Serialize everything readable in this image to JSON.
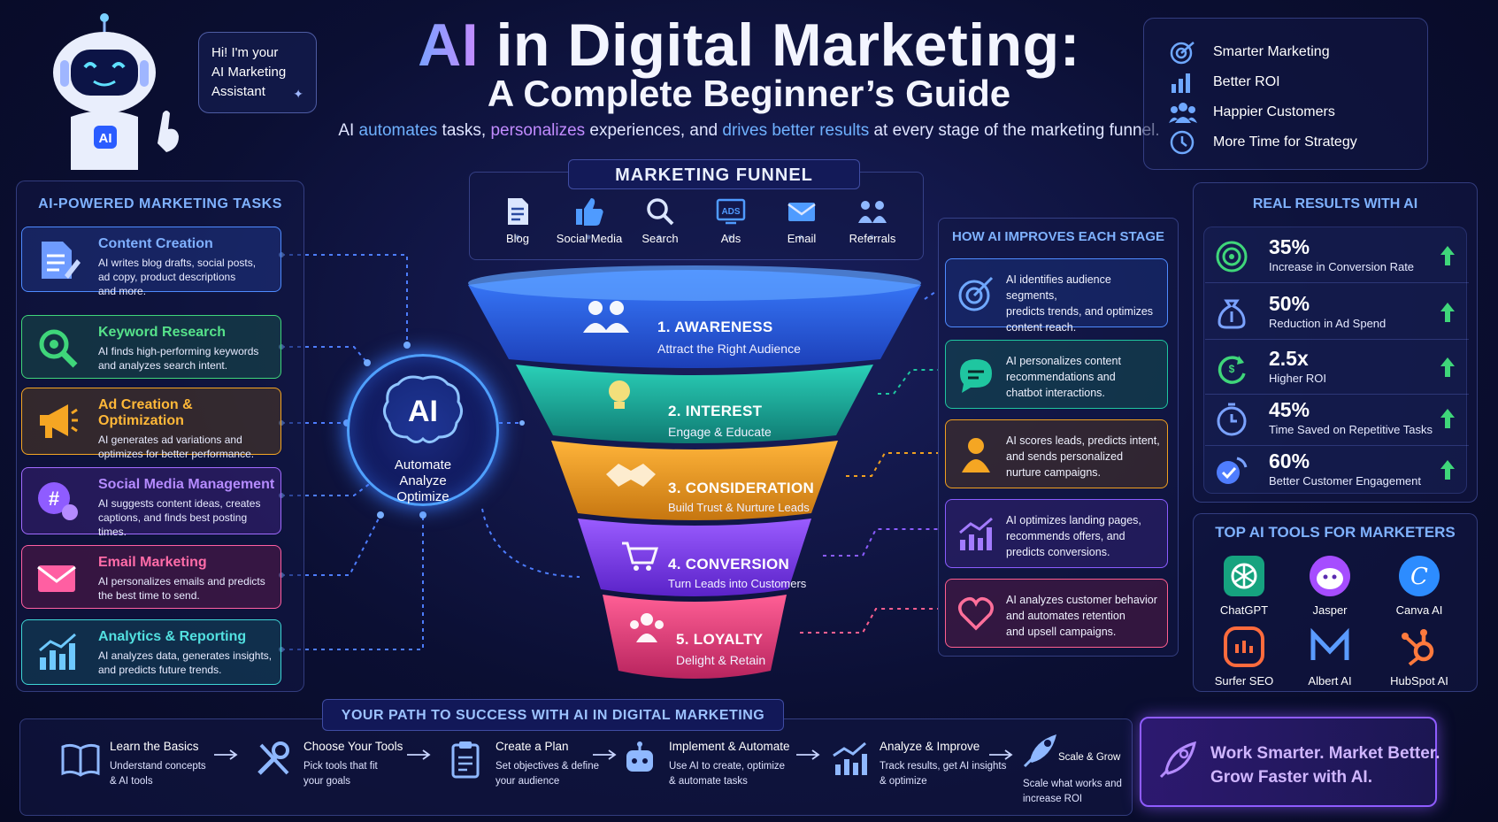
{
  "header": {
    "title_ai": "AI",
    "title_rest": " in Digital Marketing:",
    "title_line2": "A Complete Beginner’s Guide",
    "subtitle": {
      "p1": "AI ",
      "h1": "automates",
      "p2": " tasks, ",
      "h2": "personalizes",
      "p3": " experiences, and ",
      "h3": "drives better results",
      "p4": " at every stage of the marketing funnel."
    }
  },
  "robot": {
    "badge": "AI",
    "bubble_line1": "Hi! I'm your",
    "bubble_line2": "AI Marketing",
    "bubble_line3": "Assistant"
  },
  "benefits": [
    {
      "label": "Smarter Marketing",
      "icon": "target-icon"
    },
    {
      "label": "Better ROI",
      "icon": "bar-chart-icon"
    },
    {
      "label": "Happier Customers",
      "icon": "users-icon"
    },
    {
      "label": "More Time for Strategy",
      "icon": "clock-icon"
    }
  ],
  "tasks": {
    "title": "AI-POWERED MARKETING TASKS",
    "items": [
      {
        "title": "Content Creation",
        "desc1": "AI writes blog drafts, social posts,",
        "desc2": "ad copy, product descriptions",
        "desc3": "and more.",
        "color": "#4f8bff",
        "icon": "document-pen-icon"
      },
      {
        "title": "Keyword Research",
        "desc1": "AI finds high-performing keywords",
        "desc2": "and analyzes search intent.",
        "desc3": "",
        "color": "#3fd67a",
        "icon": "magnifier-icon"
      },
      {
        "title": "Ad Creation & Optimization",
        "desc1": "AI generates ad variations and",
        "desc2": "optimizes for better performance.",
        "desc3": "",
        "color": "#f5a623",
        "icon": "megaphone-icon"
      },
      {
        "title": "Social Media Management",
        "desc1": "AI suggests content ideas, creates",
        "desc2": "captions, and finds best posting times.",
        "desc3": "",
        "color": "#a26bff",
        "icon": "hashtag-icon"
      },
      {
        "title": "Email Marketing",
        "desc1": "AI personalizes emails and predicts",
        "desc2": "the best time to send.",
        "desc3": "",
        "color": "#ff5fa2",
        "icon": "envelope-icon"
      },
      {
        "title": "Analytics & Reporting",
        "desc1": "AI analyzes data, generates insights,",
        "desc2": "and predicts future trends.",
        "desc3": "",
        "color": "#3ed6d6",
        "icon": "analytics-icon"
      }
    ]
  },
  "ai_hub": {
    "label": "AI",
    "line1": "Automate",
    "line2": "Analyze",
    "line3": "Optimize"
  },
  "funnel": {
    "title": "MARKETING FUNNEL",
    "channels": [
      {
        "label": "Blog",
        "icon": "blog-icon"
      },
      {
        "label": "Social Media",
        "icon": "thumbs-up-icon"
      },
      {
        "label": "Search",
        "icon": "search-icon"
      },
      {
        "label": "Ads",
        "icon": "ads-icon"
      },
      {
        "label": "Email",
        "icon": "mail-icon"
      },
      {
        "label": "Referrals",
        "icon": "referrals-icon"
      }
    ],
    "stages": [
      {
        "title": "1. AWARENESS",
        "sub": "Attract the Right Audience",
        "color": "#2f6bff"
      },
      {
        "title": "2. INTEREST",
        "sub": "Engage & Educate",
        "color": "#1fb6a6"
      },
      {
        "title": "3. CONSIDERATION",
        "sub": "Build Trust & Nurture Leads",
        "color": "#f0a020"
      },
      {
        "title": "4. CONVERSION",
        "sub": "Turn Leads into Customers",
        "color": "#7a3cf0"
      },
      {
        "title": "5. LOYALTY",
        "sub": "Delight & Retain",
        "color": "#e0407e"
      }
    ]
  },
  "improvements": {
    "title": "HOW AI IMPROVES EACH STAGE",
    "items": [
      {
        "l1": "AI identifies audience segments,",
        "l2": "predicts trends, and optimizes",
        "l3": "content reach.",
        "color": "#4f8bff",
        "icon": "target-icon"
      },
      {
        "l1": "AI personalizes content",
        "l2": "recommendations and",
        "l3": "chatbot interactions.",
        "color": "#1fc6a0",
        "icon": "chat-icon"
      },
      {
        "l1": "AI scores leads, predicts intent,",
        "l2": "and sends personalized",
        "l3": "nurture campaigns.",
        "color": "#f0a020",
        "icon": "person-icon"
      },
      {
        "l1": "AI optimizes landing pages,",
        "l2": "recommends offers, and",
        "l3": "predicts conversions.",
        "color": "#8a5cff",
        "icon": "growth-chart-icon"
      },
      {
        "l1": "AI analyzes customer behavior",
        "l2": "and automates retention",
        "l3": "and upsell campaigns.",
        "color": "#ff5f8f",
        "icon": "heart-icon"
      }
    ]
  },
  "results": {
    "title": "REAL RESULTS WITH AI",
    "items": [
      {
        "value": "35%",
        "label": "Increase in Conversion Rate",
        "icon": "target-rings-icon"
      },
      {
        "value": "50%",
        "label": "Reduction in Ad Spend",
        "icon": "money-bag-icon"
      },
      {
        "value": "2.5x",
        "label": "Higher ROI",
        "icon": "roi-cycle-icon"
      },
      {
        "value": "45%",
        "label": "Time Saved on Repetitive Tasks",
        "icon": "stopwatch-icon"
      },
      {
        "value": "60%",
        "label": "Better Customer Engagement",
        "icon": "engagement-icon"
      }
    ]
  },
  "tools": {
    "title": "TOP AI TOOLS FOR MARKETERS",
    "items": [
      {
        "label": "ChatGPT",
        "icon": "chatgpt-logo"
      },
      {
        "label": "Jasper",
        "icon": "jasper-logo"
      },
      {
        "label": "Canva AI",
        "icon": "canva-logo"
      },
      {
        "label": "Surfer SEO",
        "icon": "surfer-logo"
      },
      {
        "label": "Albert AI",
        "icon": "albert-logo"
      },
      {
        "label": "HubSpot AI",
        "icon": "hubspot-logo"
      }
    ]
  },
  "path": {
    "title": "YOUR PATH TO SUCCESS WITH AI IN DIGITAL MARKETING",
    "steps": [
      {
        "title": "Learn the Basics",
        "d1": "Understand concepts",
        "d2": "& AI tools",
        "icon": "book-icon"
      },
      {
        "title": "Choose Your Tools",
        "d1": "Pick tools that fit",
        "d2": "your goals",
        "icon": "tools-icon"
      },
      {
        "title": "Create a Plan",
        "d1": "Set objectives & define",
        "d2": "your audience",
        "icon": "clipboard-icon"
      },
      {
        "title": "Implement & Automate",
        "d1": "Use AI to create, optimize",
        "d2": "& automate tasks",
        "icon": "robot-icon"
      },
      {
        "title": "Analyze & Improve",
        "d1": "Track results, get AI insights",
        "d2": "& optimize",
        "icon": "chart-up-icon"
      },
      {
        "title": "Scale & Grow",
        "d1": "Scale what works and",
        "d2": "increase ROI",
        "icon": "rocket-icon"
      }
    ]
  },
  "cta": {
    "line1": "Work Smarter. Market Better.",
    "line2": "Grow Faster with AI.",
    "icon": "rocket-icon"
  }
}
